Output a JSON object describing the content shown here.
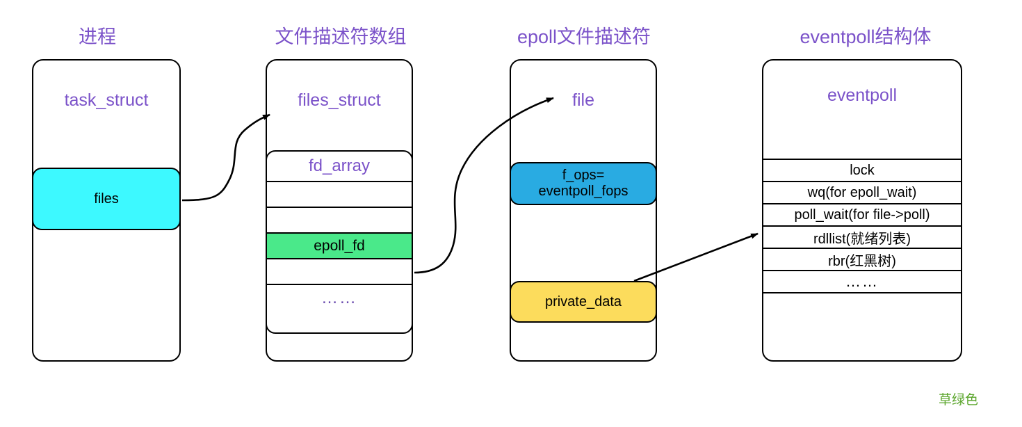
{
  "diagram": {
    "title_color": "#7B52C9",
    "columns": [
      {
        "id": "process",
        "title": "进程"
      },
      {
        "id": "fdtable",
        "title": "文件描述符数组"
      },
      {
        "id": "epollfd",
        "title": "epoll文件描述符"
      },
      {
        "id": "eventpoll",
        "title": "eventpoll结构体"
      }
    ]
  },
  "process": {
    "struct_name": "task_struct",
    "member": {
      "label": "files",
      "color": "#3DF9FF"
    }
  },
  "fdtable": {
    "struct_name": "files_struct",
    "fd_array": {
      "header": "fd_array",
      "rows": [
        {
          "label": "",
          "color": ""
        },
        {
          "label": "",
          "color": ""
        },
        {
          "label": "epoll_fd",
          "color": "#4AE98A"
        },
        {
          "label": "",
          "color": ""
        },
        {
          "label": "……",
          "color": ""
        }
      ]
    }
  },
  "epollfd": {
    "struct_name": "file",
    "members": [
      {
        "label": "f_ops=\neventpoll_fops",
        "color": "#29ABE2"
      },
      {
        "label": "private_data",
        "color": "#FCDC5C"
      }
    ]
  },
  "eventpoll": {
    "struct_name": "eventpoll",
    "fields": [
      "lock",
      "wq(for epoll_wait)",
      "poll_wait(for file->poll)",
      "rdllist(就绪列表)",
      "rbr(红黑树)",
      "……",
      ""
    ]
  },
  "legend": {
    "note": "草绿色",
    "color": "#5AA52B"
  }
}
